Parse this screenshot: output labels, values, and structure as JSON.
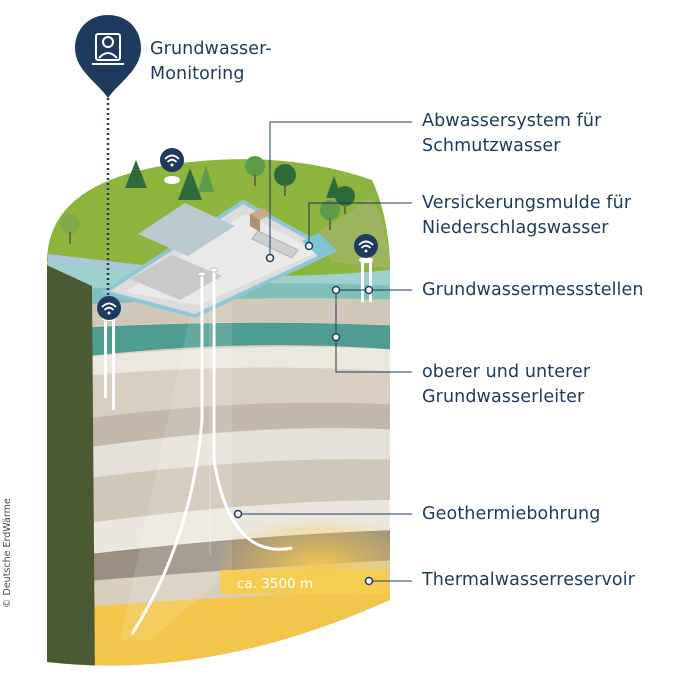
{
  "labels": {
    "monitoring": {
      "line1": "Grundwasser-",
      "line2": "Monitoring"
    },
    "abwasser": {
      "line1": "Abwassersystem für",
      "line2": "Schmutzwasser"
    },
    "versickerung": {
      "line1": "Versickerungsmulde für",
      "line2": "Niederschlagswasser"
    },
    "messstellen": {
      "line1": "Grundwassermessstellen"
    },
    "leiter": {
      "line1": "oberer und unterer",
      "line2": "Grundwasserleiter"
    },
    "bohrung": {
      "line1": "Geothermiebohrung"
    },
    "reservoir": {
      "line1": "Thermalwasserreservoir"
    }
  },
  "depth_label": "ca. 3500 m",
  "credit": "© Deutsche ErdWärme",
  "colors": {
    "text": "#1d3a5c",
    "navy": "#1e3a5f",
    "grass": "#8db43c",
    "side": "#4a5a34",
    "aquifer": "#4e9c92",
    "reservoir": "#f2c64a"
  }
}
